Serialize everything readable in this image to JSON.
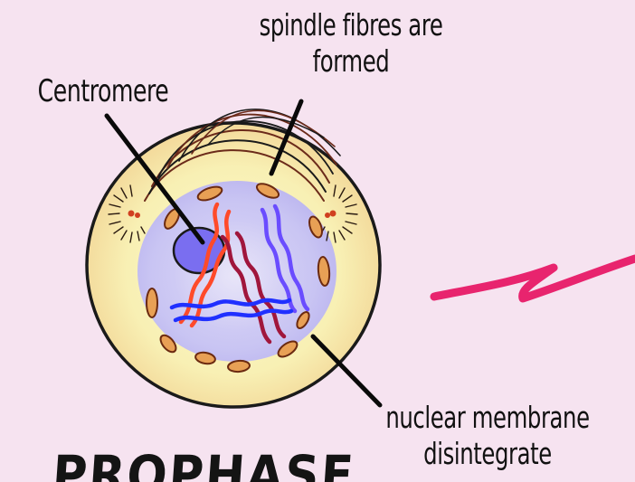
{
  "labels": {
    "spindle_line1": "spindle fibres are",
    "spindle_line2": "formed",
    "centromere": "Centromere",
    "nuclear_line1": "nuclear membrane",
    "nuclear_line2": "disintegrate",
    "phase_title": "PROPHASE"
  },
  "colors": {
    "background": "#f6e3f0",
    "cytoplasm": "#f7f0b0",
    "nucleus": "#c9c3f5",
    "chromosome_red": "#ff4a2a",
    "chromosome_maroon": "#a0163c",
    "chromosome_blue": "#2030ff",
    "chromosome_purple": "#6a4cff",
    "zigzag": "#e8246e"
  }
}
